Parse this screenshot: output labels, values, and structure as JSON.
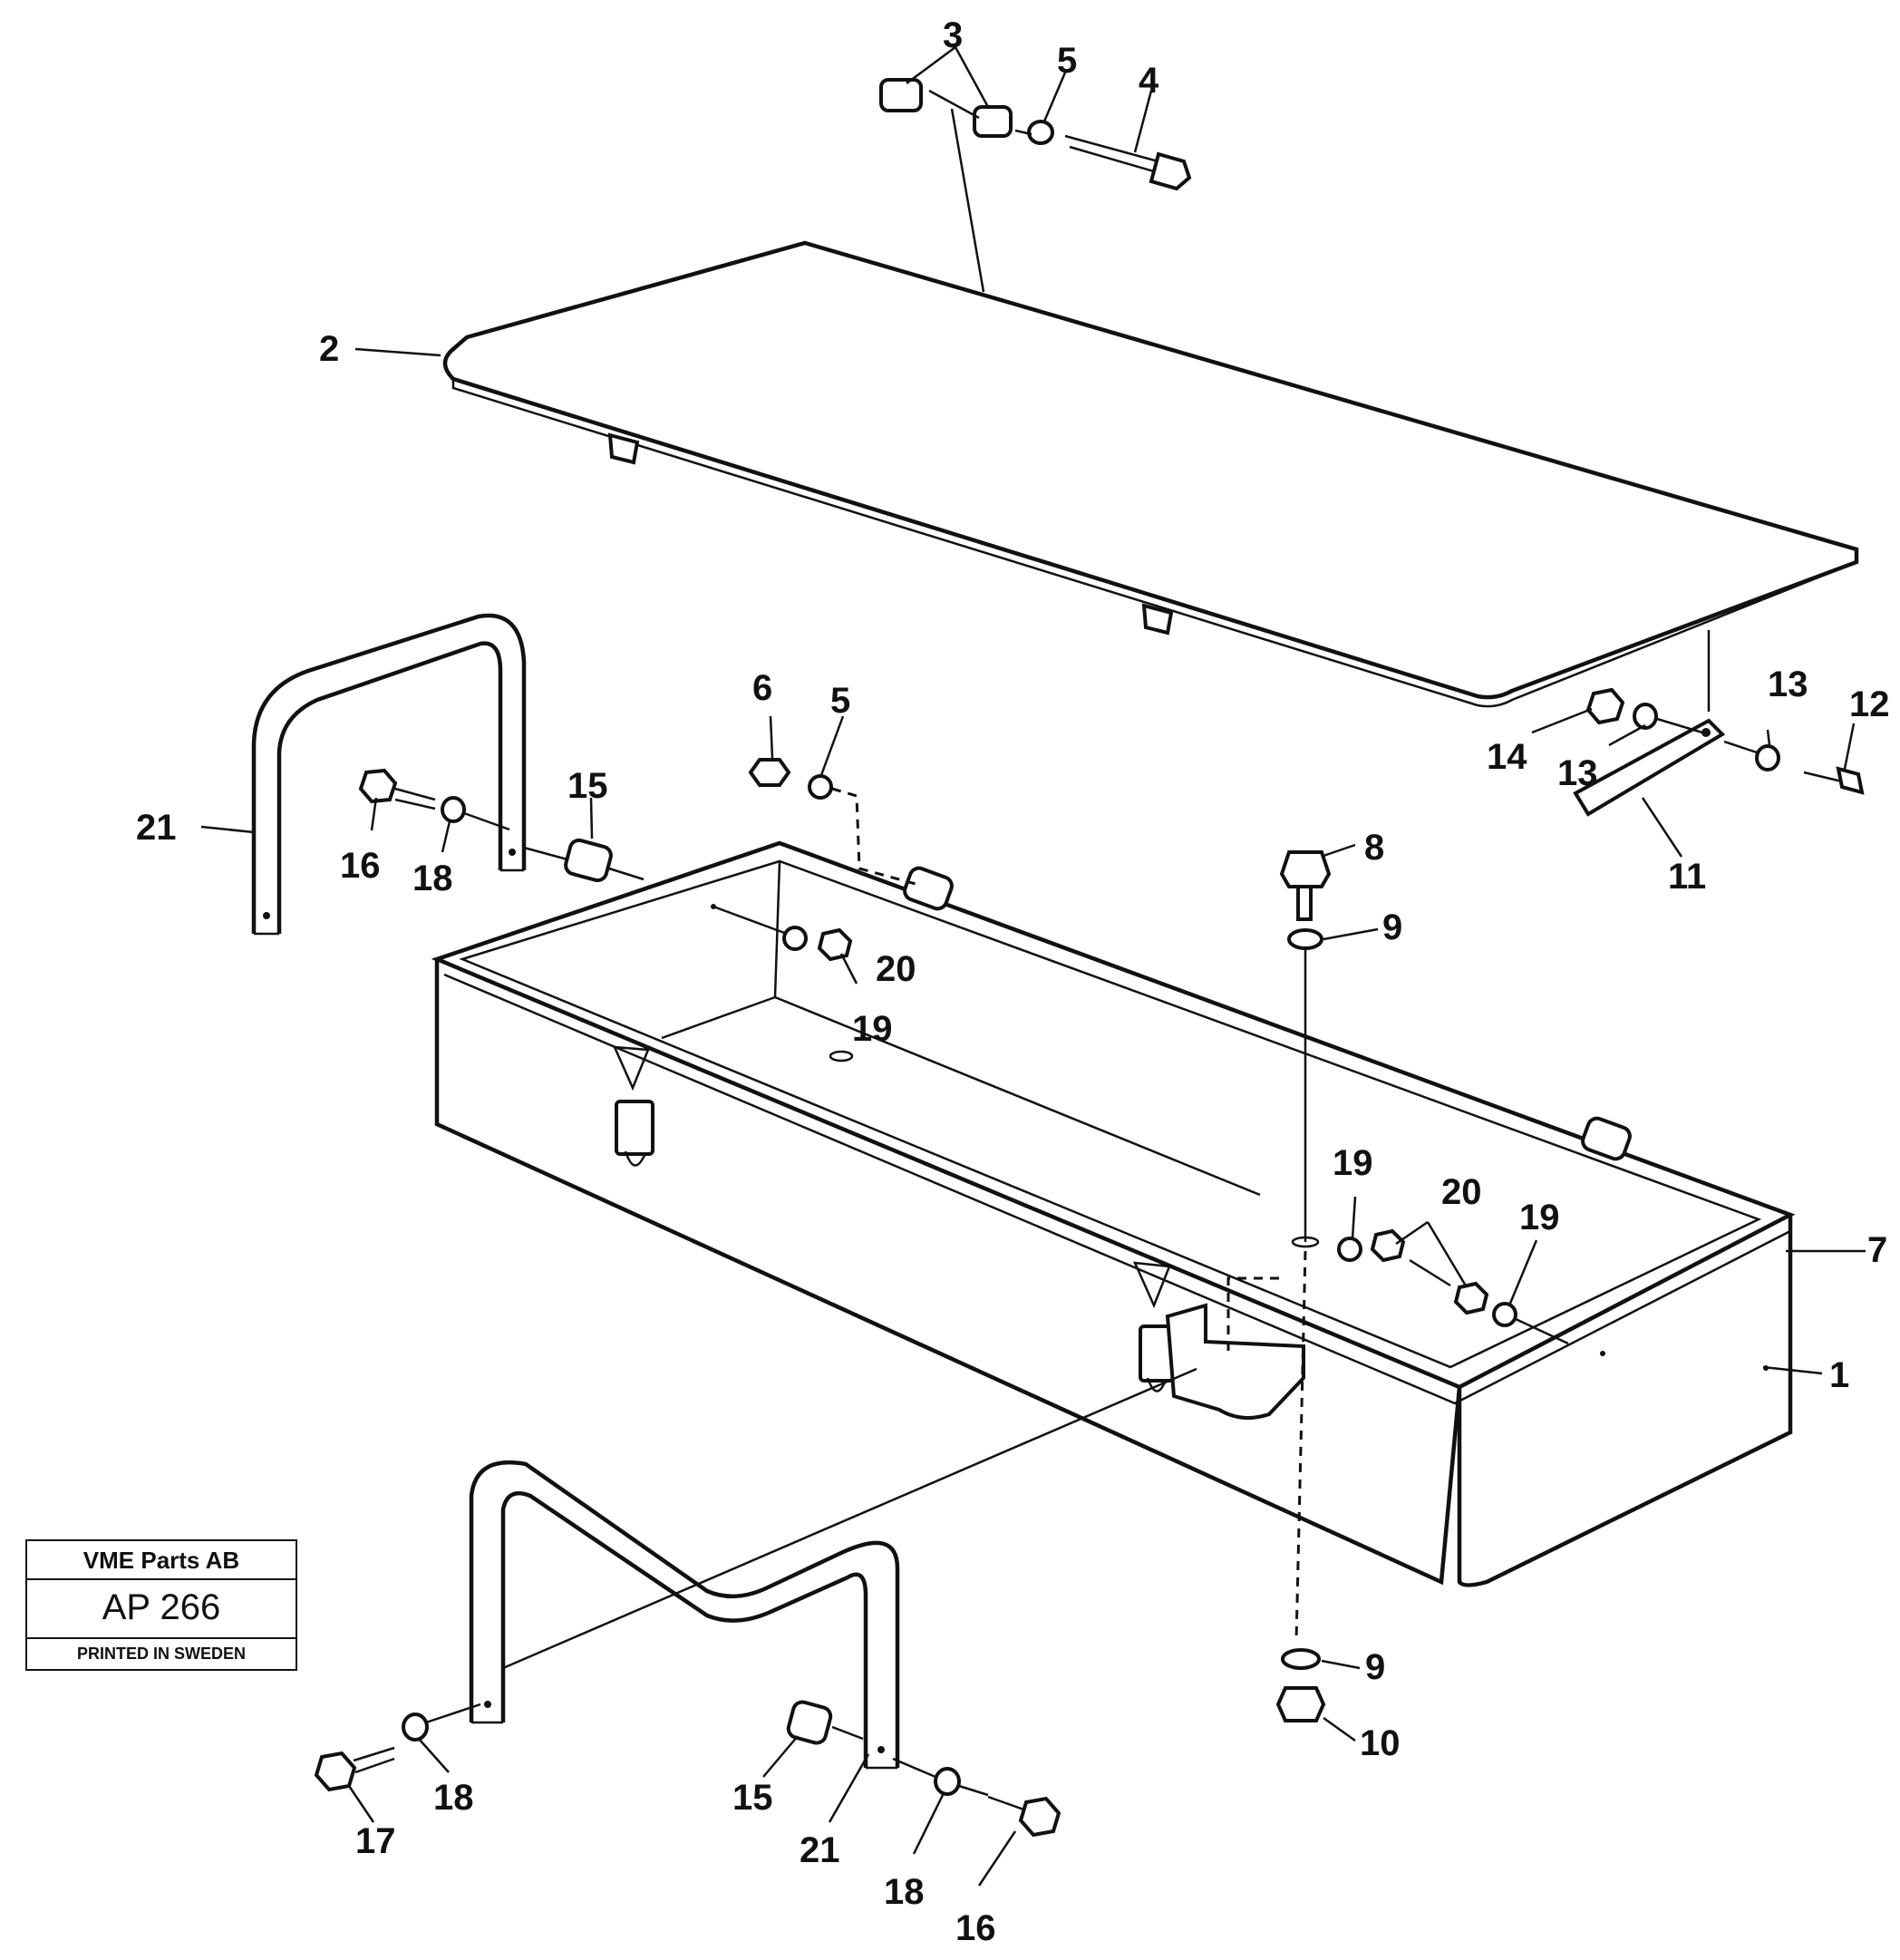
{
  "stamp": {
    "company": "VME Parts AB",
    "code": "AP 266",
    "printed": "PRINTED IN SWEDEN"
  },
  "callouts": [
    "1",
    "2",
    "3",
    "4",
    "5",
    "5",
    "6",
    "7",
    "8",
    "9",
    "9",
    "10",
    "11",
    "12",
    "13",
    "13",
    "14",
    "15",
    "15",
    "16",
    "16",
    "17",
    "18",
    "18",
    "18",
    "19",
    "19",
    "19",
    "20",
    "20",
    "21",
    "21"
  ]
}
